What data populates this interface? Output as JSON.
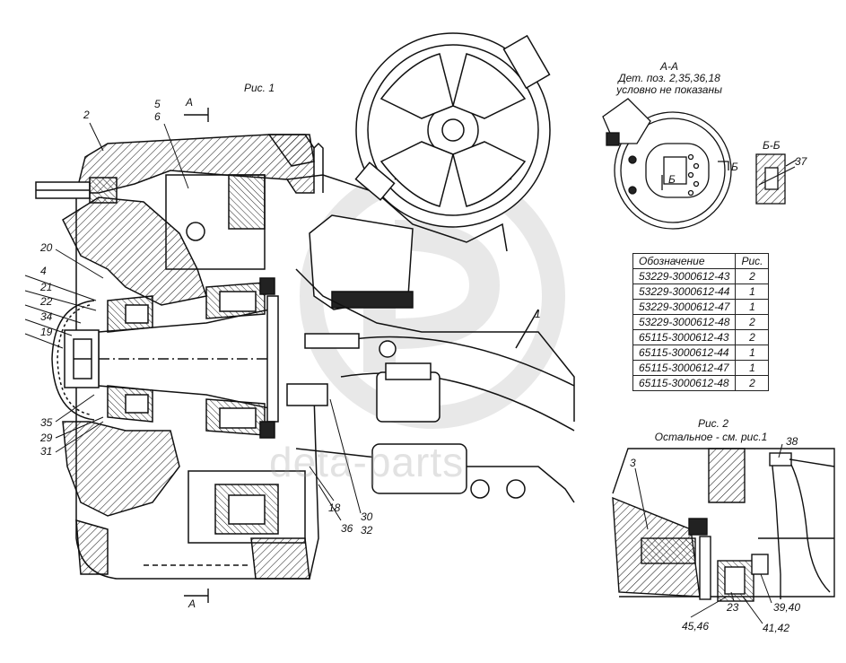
{
  "figure1": {
    "caption": "Рис. 1"
  },
  "section_aa": {
    "title": "А-А",
    "note_line1": "Дет. поз. 2,35,36,18",
    "note_line2": "условно не показаны",
    "marker_b1": "Б",
    "marker_b2": "Б"
  },
  "section_bb": {
    "title": "Б-Б",
    "callout": "37"
  },
  "cut_marks": {
    "top": "А",
    "bottom": "А"
  },
  "table": {
    "header_designation": "Обозначение",
    "header_figure": "Рис.",
    "rows": [
      {
        "designation": "53229-3000612-43",
        "figure": "2"
      },
      {
        "designation": "53229-3000612-44",
        "figure": "1"
      },
      {
        "designation": "53229-3000612-47",
        "figure": "1"
      },
      {
        "designation": "53229-3000612-48",
        "figure": "2"
      },
      {
        "designation": "65115-3000612-43",
        "figure": "2"
      },
      {
        "designation": "65115-3000612-44",
        "figure": "1"
      },
      {
        "designation": "65115-3000612-47",
        "figure": "1"
      },
      {
        "designation": "65115-3000612-48",
        "figure": "2"
      }
    ]
  },
  "figure2": {
    "caption": "Рис. 2",
    "subcaption": "Остальное - см. рис.1"
  },
  "callouts_fig1": {
    "c2": "2",
    "c5": "5",
    "c6": "6",
    "c1": "1",
    "c20": "20",
    "c4": "4",
    "c21": "21",
    "c22": "22",
    "c34": "34",
    "c19": "19",
    "c35": "35",
    "c29": "29",
    "c31": "31",
    "c18": "18",
    "c36": "36",
    "c30": "30",
    "c32": "32"
  },
  "callouts_fig2": {
    "c3": "3",
    "c38": "38",
    "c23": "23",
    "c3940": "39,40",
    "c4546": "45,46",
    "c4142": "41,42"
  },
  "watermark": {
    "text": "deta-parts"
  }
}
